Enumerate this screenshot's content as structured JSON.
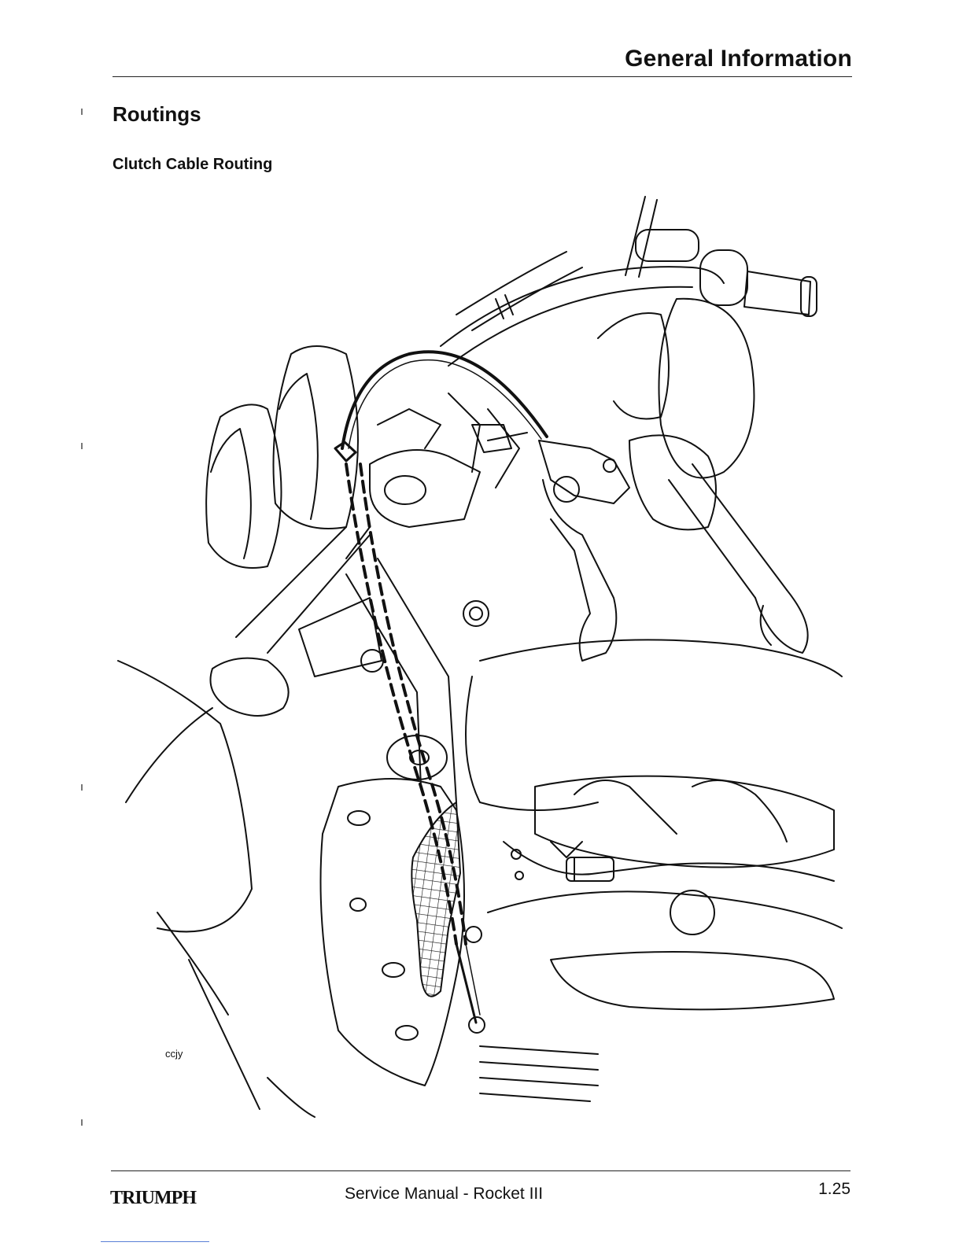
{
  "header": {
    "section_title": "General Information"
  },
  "content": {
    "heading": "Routings",
    "subheading": "Clutch Cable Routing",
    "figure_ref": "ccjy"
  },
  "footer": {
    "logo_text": "TRIUMPH",
    "manual_title": "Service Manual - Rocket III",
    "page_number": "1.25"
  },
  "colors": {
    "text": "#111111",
    "link_underline": "#5a7fd6"
  }
}
